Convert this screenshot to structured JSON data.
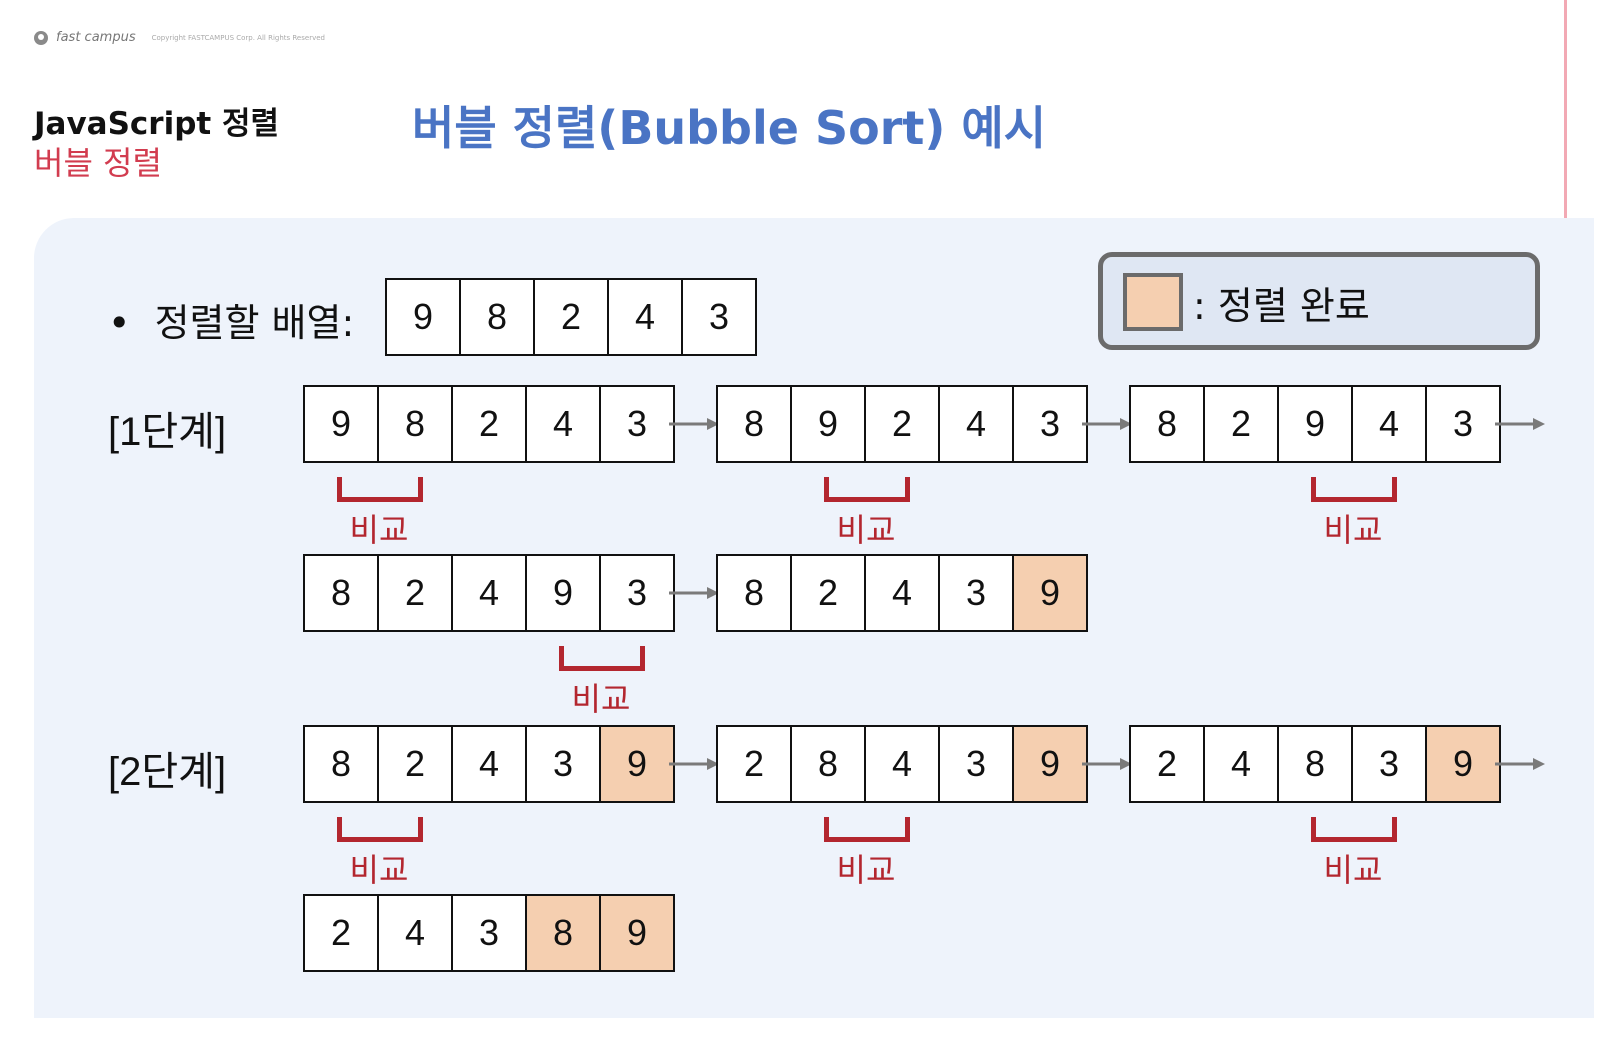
{
  "header": {
    "logo_text": "fast campus",
    "copyright": "Copyright FASTCAMPUS Corp. All Rights Reserved",
    "section_title": "JavaScript 정렬",
    "section_subtitle": "버블 정렬",
    "slide_title": "버블 정렬(Bubble Sort) 예시"
  },
  "legend": {
    "label": ": 정렬 완료"
  },
  "colors": {
    "done": "#f5cfb0",
    "compare": "#b3262f",
    "title": "#4a74c4",
    "subtitle": "#d23c4f"
  },
  "input": {
    "label": "정렬할 배열:",
    "values": [
      "9",
      "8",
      "2",
      "4",
      "3"
    ]
  },
  "compare_label": "비교",
  "stages": [
    {
      "label": "[1단계]",
      "steps": [
        {
          "values": [
            "9",
            "8",
            "2",
            "4",
            "3"
          ],
          "done": 0,
          "compare": 0
        },
        {
          "values": [
            "8",
            "9",
            "2",
            "4",
            "3"
          ],
          "done": 0,
          "compare": 1
        },
        {
          "values": [
            "8",
            "2",
            "9",
            "4",
            "3"
          ],
          "done": 0,
          "compare": 2
        },
        {
          "values": [
            "8",
            "2",
            "4",
            "9",
            "3"
          ],
          "done": 0,
          "compare": 3
        },
        {
          "values": [
            "8",
            "2",
            "4",
            "3",
            "9"
          ],
          "done": 1,
          "compare": null
        }
      ]
    },
    {
      "label": "[2단계]",
      "steps": [
        {
          "values": [
            "8",
            "2",
            "4",
            "3",
            "9"
          ],
          "done": 1,
          "compare": 0
        },
        {
          "values": [
            "2",
            "8",
            "4",
            "3",
            "9"
          ],
          "done": 1,
          "compare": 1
        },
        {
          "values": [
            "2",
            "4",
            "8",
            "3",
            "9"
          ],
          "done": 1,
          "compare": 2
        },
        {
          "values": [
            "2",
            "4",
            "3",
            "8",
            "9"
          ],
          "done": 2,
          "compare": null
        }
      ]
    }
  ]
}
